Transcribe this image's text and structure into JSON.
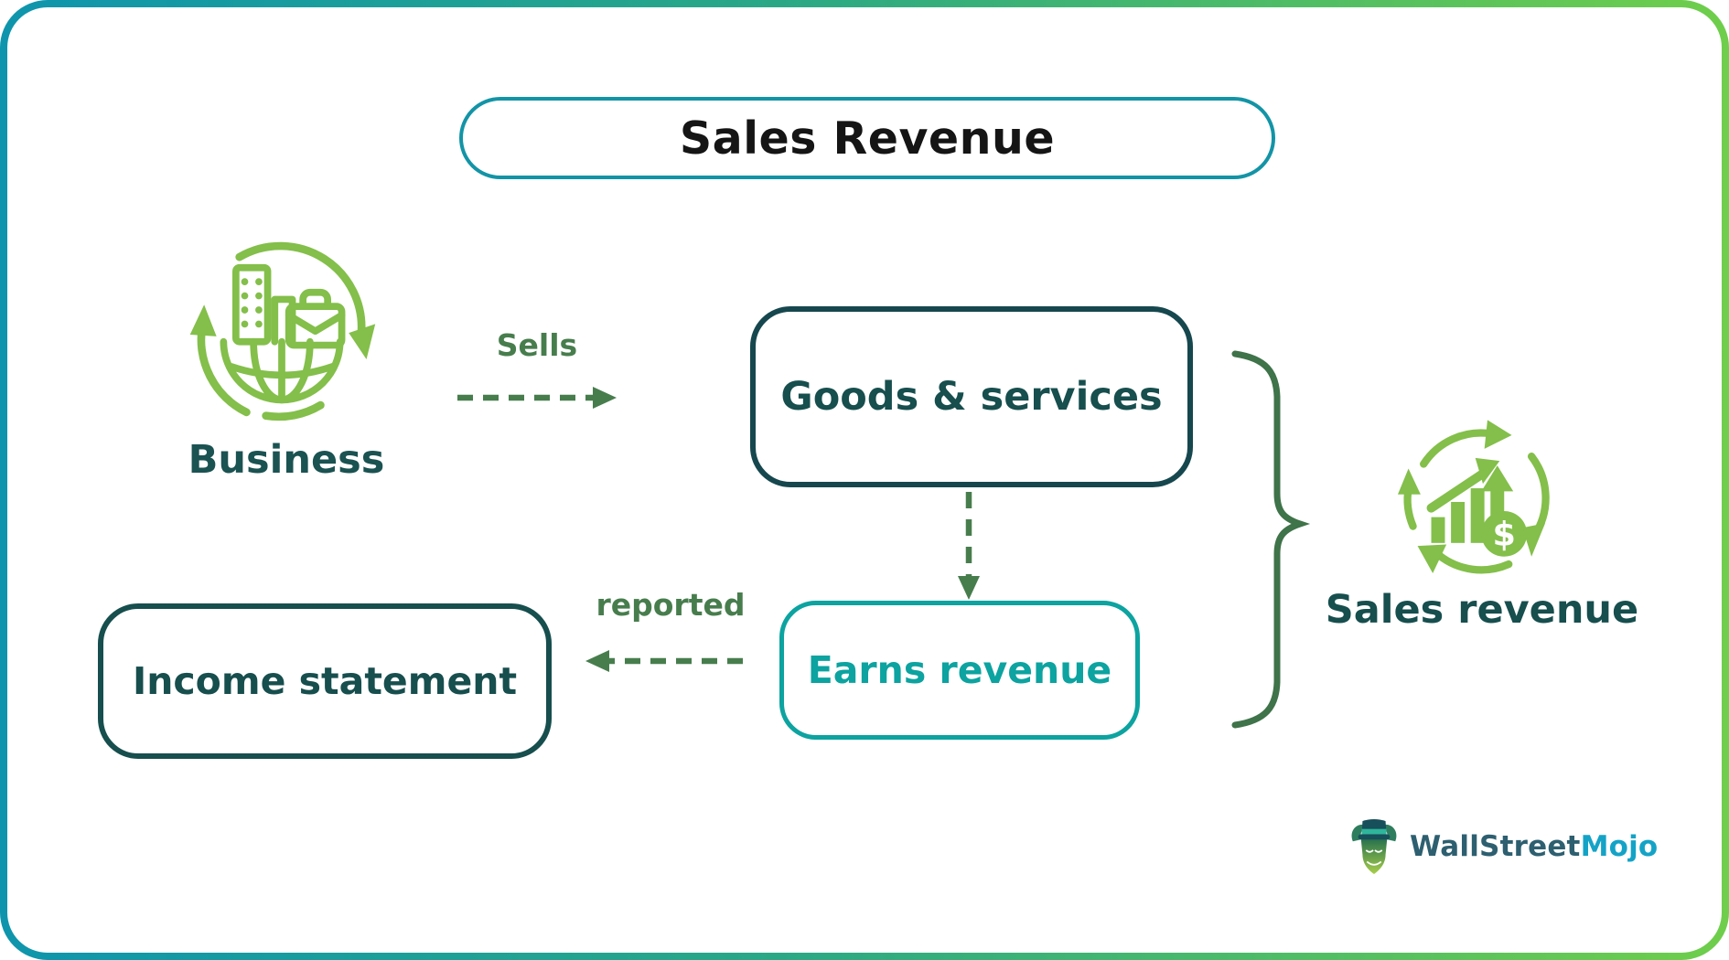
{
  "title": {
    "text": "Sales Revenue"
  },
  "nodes": {
    "business": {
      "label": "Business"
    },
    "goods_services": {
      "label": "Goods & services"
    },
    "earns_revenue": {
      "label": "Earns revenue"
    },
    "income_statement": {
      "label": "Income statement"
    },
    "sales_revenue": {
      "label": "Sales revenue"
    }
  },
  "edges": {
    "sells": {
      "label": "Sells",
      "from": "Business",
      "to": "Goods & services",
      "style": "dashed-arrow-right"
    },
    "earns": {
      "from": "Goods & services",
      "to": "Earns revenue",
      "style": "dashed-arrow-down"
    },
    "reported": {
      "label": "reported",
      "from": "Earns revenue",
      "to": "Income statement",
      "style": "dashed-arrow-left"
    },
    "brace": {
      "groups": [
        "Goods & services",
        "Earns revenue"
      ],
      "points_to": "Sales revenue"
    }
  },
  "icons": {
    "business_icon": "business-globe-buildings-briefcase-icon",
    "sales_revenue_icon": "revenue-growth-chart-dollar-icon",
    "brand_icon": "bull-tophat-icon",
    "dollar_sign": "$"
  },
  "brand": {
    "wordmark_primary": "WallStreet",
    "wordmark_secondary": "Mojo"
  },
  "colors": {
    "frame_gradient_start": "#0e95ad",
    "frame_gradient_end": "#6fce4b",
    "dark_teal": "#174e4e",
    "bright_teal": "#0ca3a0",
    "title_border_teal": "#1394a6",
    "edge_green": "#477d4d",
    "brace_green": "#3f7349",
    "icon_green": "#83bf4a",
    "title_text": "#151515",
    "brand_primary": "#2d5f70",
    "brand_secondary": "#14a3c7"
  }
}
